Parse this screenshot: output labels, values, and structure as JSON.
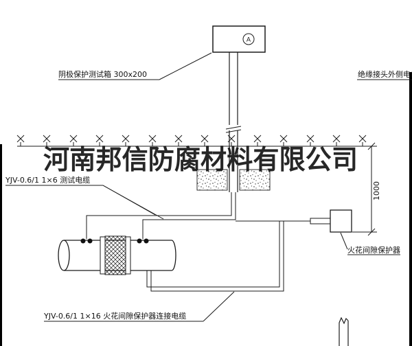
{
  "colors": {
    "line": "#1a1a1a",
    "watermark": "#151515",
    "background": "#ffffff"
  },
  "labels": {
    "test_box": "阴极保护测试箱 300x200",
    "right_cable": "绝缘接头外侧电缆",
    "watermark": "河南邦信防腐材料有限公司",
    "test_cable": "YJV-0.6/1 1×6  测试电缆",
    "dimension": "1000",
    "spark_protector": "火花间隙保护器",
    "bottom_cable": "YJV-0.6/1 1×16  火花间隙保护器连接电缆",
    "ammeter": "A"
  }
}
